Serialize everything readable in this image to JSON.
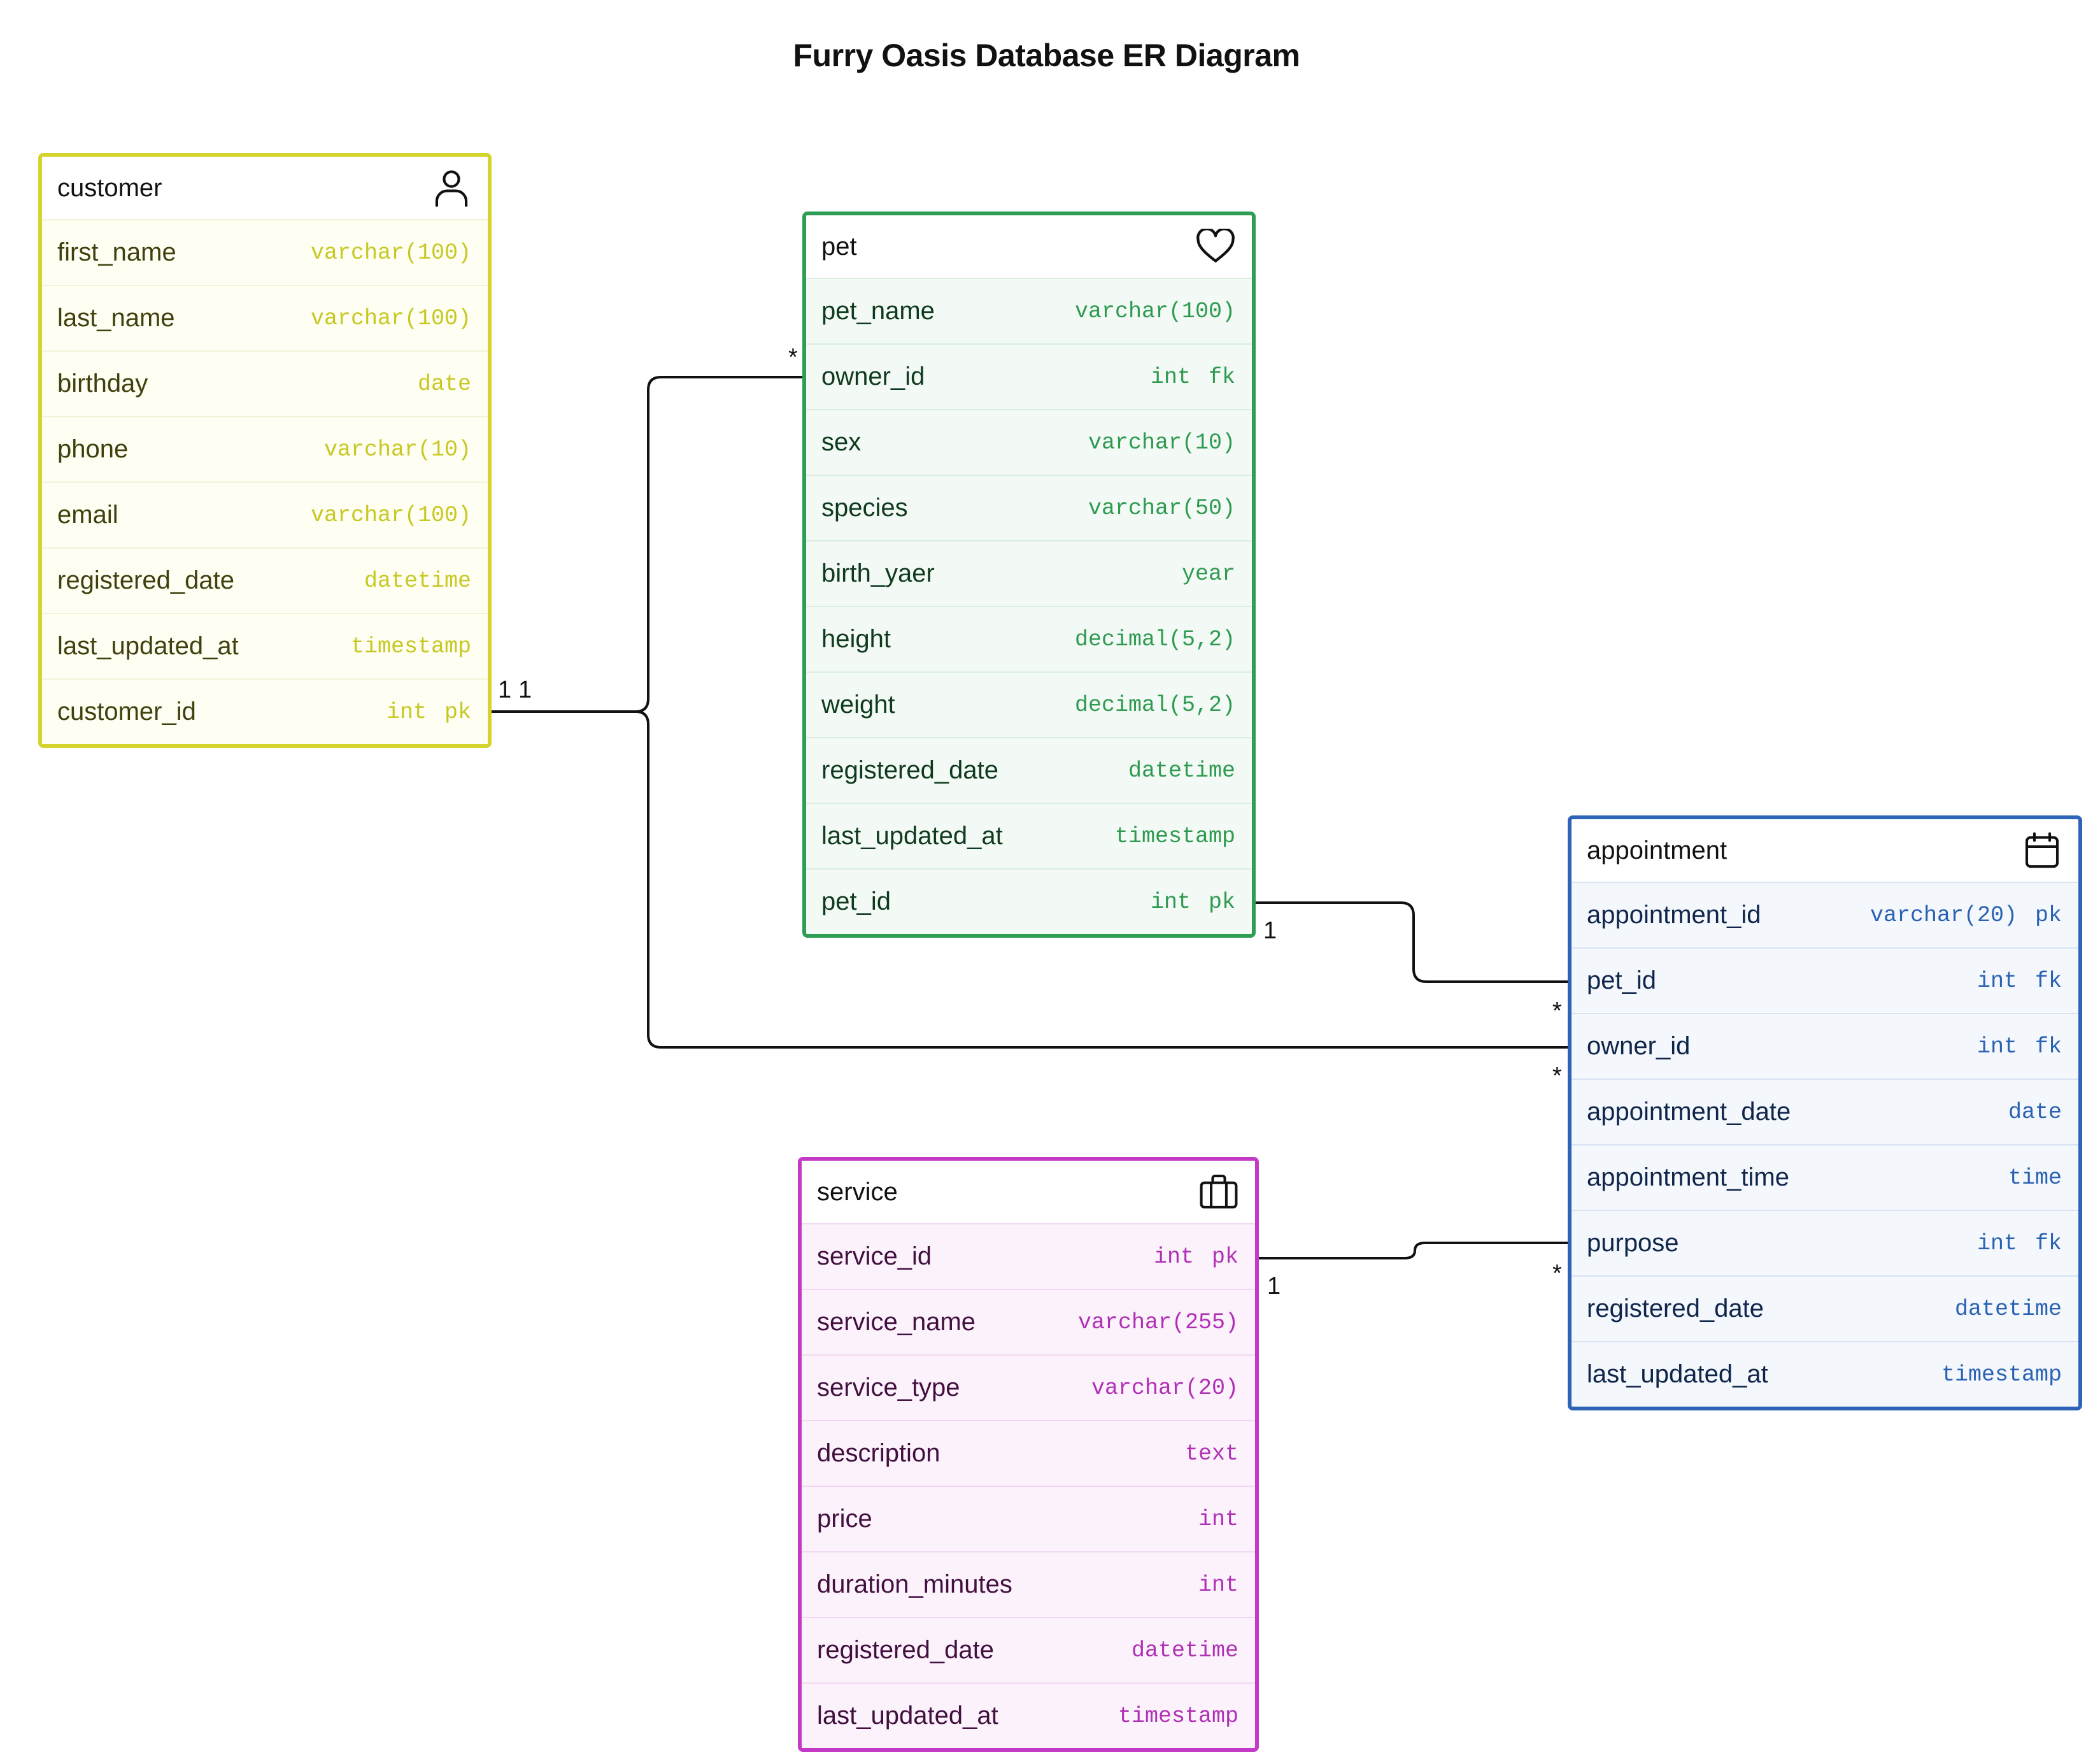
{
  "title": "Furry Oasis Database ER Diagram",
  "colors": {
    "customer": "#d4d42c",
    "pet": "#2f9e55",
    "appointment": "#2d64b8",
    "service": "#c23ac6",
    "edge": "#111111"
  },
  "entities": {
    "customer": {
      "name": "customer",
      "icon": "user-icon",
      "fields": [
        {
          "name": "first_name",
          "type": "varchar(100)",
          "key": ""
        },
        {
          "name": "last_name",
          "type": "varchar(100)",
          "key": ""
        },
        {
          "name": "birthday",
          "type": "date",
          "key": ""
        },
        {
          "name": "phone",
          "type": "varchar(10)",
          "key": ""
        },
        {
          "name": "email",
          "type": "varchar(100)",
          "key": ""
        },
        {
          "name": "registered_date",
          "type": "datetime",
          "key": ""
        },
        {
          "name": "last_updated_at",
          "type": "timestamp",
          "key": ""
        },
        {
          "name": "customer_id",
          "type": "int",
          "key": "pk"
        }
      ]
    },
    "pet": {
      "name": "pet",
      "icon": "heart-icon",
      "fields": [
        {
          "name": "pet_name",
          "type": "varchar(100)",
          "key": ""
        },
        {
          "name": "owner_id",
          "type": "int",
          "key": "fk"
        },
        {
          "name": "sex",
          "type": "varchar(10)",
          "key": ""
        },
        {
          "name": "species",
          "type": "varchar(50)",
          "key": ""
        },
        {
          "name": "birth_yaer",
          "type": "year",
          "key": ""
        },
        {
          "name": "height",
          "type": "decimal(5,2)",
          "key": ""
        },
        {
          "name": "weight",
          "type": "decimal(5,2)",
          "key": ""
        },
        {
          "name": "registered_date",
          "type": "datetime",
          "key": ""
        },
        {
          "name": "last_updated_at",
          "type": "timestamp",
          "key": ""
        },
        {
          "name": "pet_id",
          "type": "int",
          "key": "pk"
        }
      ]
    },
    "appointment": {
      "name": "appointment",
      "icon": "calendar-icon",
      "fields": [
        {
          "name": "appointment_id",
          "type": "varchar(20)",
          "key": "pk"
        },
        {
          "name": "pet_id",
          "type": "int",
          "key": "fk"
        },
        {
          "name": "owner_id",
          "type": "int",
          "key": "fk"
        },
        {
          "name": "appointment_date",
          "type": "date",
          "key": ""
        },
        {
          "name": "appointment_time",
          "type": "time",
          "key": ""
        },
        {
          "name": "purpose",
          "type": "int",
          "key": "fk"
        },
        {
          "name": "registered_date",
          "type": "datetime",
          "key": ""
        },
        {
          "name": "last_updated_at",
          "type": "timestamp",
          "key": ""
        }
      ]
    },
    "service": {
      "name": "service",
      "icon": "briefcase-icon",
      "fields": [
        {
          "name": "service_id",
          "type": "int",
          "key": "pk"
        },
        {
          "name": "service_name",
          "type": "varchar(255)",
          "key": ""
        },
        {
          "name": "service_type",
          "type": "varchar(20)",
          "key": ""
        },
        {
          "name": "description",
          "type": "text",
          "key": ""
        },
        {
          "name": "price",
          "type": "int",
          "key": ""
        },
        {
          "name": "duration_minutes",
          "type": "int",
          "key": ""
        },
        {
          "name": "registered_date",
          "type": "datetime",
          "key": ""
        },
        {
          "name": "last_updated_at",
          "type": "timestamp",
          "key": ""
        }
      ]
    }
  },
  "relationships": [
    {
      "from": "customer.customer_id",
      "to": "pet.owner_id",
      "from_card": "1",
      "to_card": "*"
    },
    {
      "from": "customer.customer_id",
      "to": "appointment.owner_id",
      "from_card": "1",
      "to_card": "*"
    },
    {
      "from": "pet.pet_id",
      "to": "appointment.pet_id",
      "from_card": "1",
      "to_card": "*"
    },
    {
      "from": "service.service_id",
      "to": "appointment.purpose",
      "from_card": "1",
      "to_card": "*"
    }
  ]
}
